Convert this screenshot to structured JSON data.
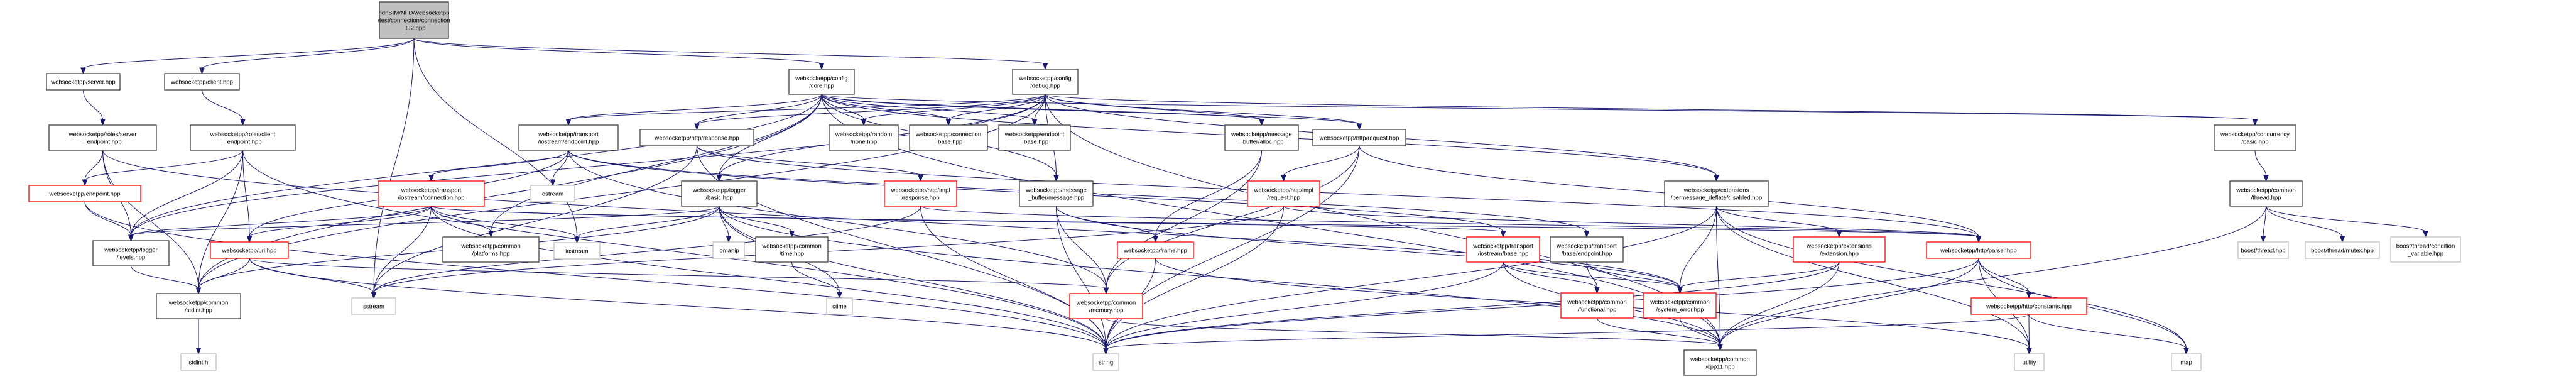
{
  "title": "Include dependency graph for connection_tu2.hpp",
  "colors": {
    "edge": "#191970",
    "root_fill": "#bfbfbf",
    "documented_border": "#404040",
    "truncated_border": "#ff0000",
    "external_border": "#bfbfbf"
  },
  "nodes": [
    {
      "id": "root",
      "kind": "root",
      "lines": [
        "ndnSIM/NFD/websocketpp",
        "/test/connection/connection",
        "_tu2.hpp"
      ]
    },
    {
      "id": "server",
      "kind": "doc",
      "lines": [
        "websocketpp/server.hpp"
      ]
    },
    {
      "id": "client",
      "kind": "doc",
      "lines": [
        "websocketpp/client.hpp"
      ]
    },
    {
      "id": "core",
      "kind": "doc",
      "lines": [
        "websocketpp/config",
        "/core.hpp"
      ]
    },
    {
      "id": "debug",
      "kind": "doc",
      "lines": [
        "websocketpp/config",
        "/debug.hpp"
      ]
    },
    {
      "id": "server_endpoint",
      "kind": "doc",
      "lines": [
        "websocketpp/roles/server",
        "_endpoint.hpp"
      ]
    },
    {
      "id": "client_endpoint",
      "kind": "doc",
      "lines": [
        "websocketpp/roles/client",
        "_endpoint.hpp"
      ]
    },
    {
      "id": "endpoint",
      "kind": "trunc",
      "lines": [
        "websocketpp/endpoint.hpp"
      ]
    },
    {
      "id": "levels",
      "kind": "doc",
      "lines": [
        "websocketpp/logger",
        "/levels.hpp"
      ]
    },
    {
      "id": "uri",
      "kind": "trunc",
      "lines": [
        "websocketpp/uri.hpp"
      ]
    },
    {
      "id": "stdint_hpp",
      "kind": "doc",
      "lines": [
        "websocketpp/common",
        "/stdint.hpp"
      ]
    },
    {
      "id": "stdint_h",
      "kind": "ext",
      "lines": [
        "stdint.h"
      ]
    },
    {
      "id": "ios_endpoint",
      "kind": "doc",
      "lines": [
        "websocketpp/transport",
        "/iostream/endpoint.hpp"
      ]
    },
    {
      "id": "ios_connection",
      "kind": "trunc",
      "lines": [
        "websocketpp/transport",
        "/iostream/connection.hpp"
      ]
    },
    {
      "id": "ostream",
      "kind": "ext",
      "lines": [
        "ostream"
      ]
    },
    {
      "id": "platforms",
      "kind": "doc",
      "lines": [
        "websocketpp/common",
        "/platforms.hpp"
      ]
    },
    {
      "id": "iostream",
      "kind": "ext",
      "lines": [
        "iostream"
      ]
    },
    {
      "id": "sstream",
      "kind": "ext",
      "lines": [
        "sstream"
      ]
    },
    {
      "id": "http_response",
      "kind": "doc",
      "lines": [
        "websocketpp/http/response.hpp"
      ]
    },
    {
      "id": "logger_basic",
      "kind": "doc",
      "lines": [
        "websocketpp/logger",
        "/basic.hpp"
      ]
    },
    {
      "id": "iomanip",
      "kind": "ext",
      "lines": [
        "iomanip"
      ]
    },
    {
      "id": "time",
      "kind": "doc",
      "lines": [
        "websocketpp/common",
        "/time.hpp"
      ]
    },
    {
      "id": "ctime",
      "kind": "ext",
      "lines": [
        "ctime"
      ]
    },
    {
      "id": "random_none",
      "kind": "doc",
      "lines": [
        "websocketpp/random",
        "/none.hpp"
      ]
    },
    {
      "id": "connection_base",
      "kind": "doc",
      "lines": [
        "websocketpp/connection",
        "_base.hpp"
      ]
    },
    {
      "id": "endpoint_base",
      "kind": "doc",
      "lines": [
        "websocketpp/endpoint",
        "_base.hpp"
      ]
    },
    {
      "id": "impl_response",
      "kind": "trunc",
      "lines": [
        "websocketpp/http/impl",
        "/response.hpp"
      ]
    },
    {
      "id": "msg_message",
      "kind": "doc",
      "lines": [
        "websocketpp/message",
        "_buffer/message.hpp"
      ]
    },
    {
      "id": "msg_alloc",
      "kind": "doc",
      "lines": [
        "websocketpp/message",
        "_buffer/alloc.hpp"
      ]
    },
    {
      "id": "http_request",
      "kind": "doc",
      "lines": [
        "websocketpp/http/request.hpp"
      ]
    },
    {
      "id": "impl_request",
      "kind": "trunc",
      "lines": [
        "websocketpp/http/impl",
        "/request.hpp"
      ]
    },
    {
      "id": "frame",
      "kind": "trunc",
      "lines": [
        "websocketpp/frame.hpp"
      ]
    },
    {
      "id": "memory",
      "kind": "trunc",
      "lines": [
        "websocketpp/common",
        "/memory.hpp"
      ]
    },
    {
      "id": "string",
      "kind": "ext",
      "lines": [
        "string"
      ]
    },
    {
      "id": "ios_base",
      "kind": "trunc",
      "lines": [
        "websocketpp/transport",
        "/iostream/base.hpp"
      ]
    },
    {
      "id": "base_endpoint",
      "kind": "doc",
      "lines": [
        "websocketpp/transport",
        "/base/endpoint.hpp"
      ]
    },
    {
      "id": "pmd_disabled",
      "kind": "doc",
      "lines": [
        "websocketpp/extensions",
        "/permessage_deflate/disabled.hpp"
      ]
    },
    {
      "id": "extension",
      "kind": "trunc",
      "lines": [
        "websocketpp/extensions",
        "/extension.hpp"
      ]
    },
    {
      "id": "functional",
      "kind": "trunc",
      "lines": [
        "websocketpp/common",
        "/functional.hpp"
      ]
    },
    {
      "id": "system_error",
      "kind": "trunc",
      "lines": [
        "websocketpp/common",
        "/system_error.hpp"
      ]
    },
    {
      "id": "cpp11",
      "kind": "doc",
      "lines": [
        "websocketpp/common",
        "/cpp11.hpp"
      ]
    },
    {
      "id": "http_parser",
      "kind": "trunc",
      "lines": [
        "websocketpp/http/parser.hpp"
      ]
    },
    {
      "id": "http_constants",
      "kind": "trunc",
      "lines": [
        "websocketpp/http/constants.hpp"
      ]
    },
    {
      "id": "utility",
      "kind": "ext",
      "lines": [
        "utility"
      ]
    },
    {
      "id": "map",
      "kind": "ext",
      "lines": [
        "map"
      ]
    },
    {
      "id": "concurrency_basic",
      "kind": "doc",
      "lines": [
        "websocketpp/concurrency",
        "/basic.hpp"
      ]
    },
    {
      "id": "thread",
      "kind": "doc",
      "lines": [
        "websocketpp/common",
        "/thread.hpp"
      ]
    },
    {
      "id": "boost_thread",
      "kind": "ext",
      "lines": [
        "boost/thread.hpp"
      ]
    },
    {
      "id": "boost_mutex",
      "kind": "ext",
      "lines": [
        "boost/thread/mutex.hpp"
      ]
    },
    {
      "id": "boost_condvar",
      "kind": "ext",
      "lines": [
        "boost/thread/condition",
        "_variable.hpp"
      ]
    }
  ],
  "edges": [
    [
      "root",
      "server"
    ],
    [
      "root",
      "client"
    ],
    [
      "root",
      "core"
    ],
    [
      "root",
      "debug"
    ],
    [
      "root",
      "iostream"
    ],
    [
      "root",
      "sstream"
    ],
    [
      "server",
      "server_endpoint"
    ],
    [
      "client",
      "client_endpoint"
    ],
    [
      "server_endpoint",
      "endpoint"
    ],
    [
      "server_endpoint",
      "levels"
    ],
    [
      "server_endpoint",
      "stdint_hpp"
    ],
    [
      "server_endpoint",
      "system_error"
    ],
    [
      "client_endpoint",
      "endpoint"
    ],
    [
      "client_endpoint",
      "levels"
    ],
    [
      "client_endpoint",
      "uri"
    ],
    [
      "client_endpoint",
      "stdint_hpp"
    ],
    [
      "client_endpoint",
      "string"
    ],
    [
      "endpoint",
      "levels"
    ],
    [
      "endpoint",
      "string"
    ],
    [
      "levels",
      "stdint_hpp"
    ],
    [
      "uri",
      "stdint_hpp"
    ],
    [
      "uri",
      "sstream"
    ],
    [
      "uri",
      "string"
    ],
    [
      "uri",
      "memory"
    ],
    [
      "stdint_hpp",
      "stdint_h"
    ],
    [
      "core",
      "ios_endpoint"
    ],
    [
      "core",
      "http_response"
    ],
    [
      "core",
      "logger_basic"
    ],
    [
      "core",
      "random_none"
    ],
    [
      "core",
      "connection_base"
    ],
    [
      "core",
      "endpoint_base"
    ],
    [
      "core",
      "msg_alloc"
    ],
    [
      "core",
      "http_request"
    ],
    [
      "core",
      "msg_message"
    ],
    [
      "core",
      "pmd_disabled"
    ],
    [
      "core",
      "concurrency_basic"
    ],
    [
      "core",
      "levels"
    ],
    [
      "core",
      "stdint_hpp"
    ],
    [
      "core",
      "platforms"
    ],
    [
      "core",
      "cpp11"
    ],
    [
      "debug",
      "ios_endpoint"
    ],
    [
      "debug",
      "http_response"
    ],
    [
      "debug",
      "logger_basic"
    ],
    [
      "debug",
      "random_none"
    ],
    [
      "debug",
      "connection_base"
    ],
    [
      "debug",
      "endpoint_base"
    ],
    [
      "debug",
      "msg_alloc"
    ],
    [
      "debug",
      "http_request"
    ],
    [
      "debug",
      "msg_message"
    ],
    [
      "debug",
      "pmd_disabled"
    ],
    [
      "debug",
      "concurrency_basic"
    ],
    [
      "debug",
      "levels"
    ],
    [
      "debug",
      "stdint_hpp"
    ],
    [
      "debug",
      "cpp11"
    ],
    [
      "ios_endpoint",
      "ios_connection"
    ],
    [
      "ios_endpoint",
      "ostream"
    ],
    [
      "ios_endpoint",
      "uri"
    ],
    [
      "ios_endpoint",
      "memory"
    ],
    [
      "ios_endpoint",
      "ios_base"
    ],
    [
      "ios_endpoint",
      "base_endpoint"
    ],
    [
      "ios_connection",
      "platforms"
    ],
    [
      "ios_connection",
      "iostream"
    ],
    [
      "ios_connection",
      "sstream"
    ],
    [
      "ios_connection",
      "string"
    ],
    [
      "ios_connection",
      "uri"
    ],
    [
      "ios_connection",
      "levels"
    ],
    [
      "ios_connection",
      "ios_base"
    ],
    [
      "ios_connection",
      "http_parser"
    ],
    [
      "http_response",
      "impl_response"
    ],
    [
      "http_response",
      "sstream"
    ],
    [
      "http_response",
      "string"
    ],
    [
      "http_response",
      "http_parser"
    ],
    [
      "logger_basic",
      "levels"
    ],
    [
      "logger_basic",
      "iostream"
    ],
    [
      "logger_basic",
      "iomanip"
    ],
    [
      "logger_basic",
      "time"
    ],
    [
      "logger_basic",
      "ctime"
    ],
    [
      "logger_basic",
      "string"
    ],
    [
      "logger_basic",
      "stdint_hpp"
    ],
    [
      "logger_basic",
      "cpp11"
    ],
    [
      "time",
      "ctime"
    ],
    [
      "impl_response",
      "sstream"
    ],
    [
      "impl_response",
      "string"
    ],
    [
      "impl_response",
      "http_parser"
    ],
    [
      "msg_message",
      "frame"
    ],
    [
      "msg_message",
      "memory"
    ],
    [
      "msg_message",
      "string"
    ],
    [
      "msg_message",
      "system_error"
    ],
    [
      "msg_alloc",
      "memory"
    ],
    [
      "msg_alloc",
      "frame"
    ],
    [
      "http_request",
      "impl_request"
    ],
    [
      "http_request",
      "string"
    ],
    [
      "http_request",
      "memory"
    ],
    [
      "http_request",
      "http_parser"
    ],
    [
      "impl_request",
      "sstream"
    ],
    [
      "impl_request",
      "string"
    ],
    [
      "impl_request",
      "http_parser"
    ],
    [
      "frame",
      "string"
    ],
    [
      "frame",
      "utility"
    ],
    [
      "memory",
      "cpp11"
    ],
    [
      "ios_base",
      "functional"
    ],
    [
      "ios_base",
      "system_error"
    ],
    [
      "ios_base",
      "string"
    ],
    [
      "ios_base",
      "cpp11"
    ],
    [
      "base_endpoint",
      "functional"
    ],
    [
      "base_endpoint",
      "system_error"
    ],
    [
      "pmd_disabled",
      "extension"
    ],
    [
      "pmd_disabled",
      "system_error"
    ],
    [
      "pmd_disabled",
      "string"
    ],
    [
      "pmd_disabled",
      "utility"
    ],
    [
      "pmd_disabled",
      "map"
    ],
    [
      "pmd_disabled",
      "cpp11"
    ],
    [
      "extension",
      "system_error"
    ],
    [
      "extension",
      "string"
    ],
    [
      "extension",
      "cpp11"
    ],
    [
      "functional",
      "cpp11"
    ],
    [
      "system_error",
      "cpp11"
    ],
    [
      "http_parser",
      "http_constants"
    ],
    [
      "http_parser",
      "utility"
    ],
    [
      "http_parser",
      "map"
    ],
    [
      "http_parser",
      "string"
    ],
    [
      "http_parser",
      "cpp11"
    ],
    [
      "http_constants",
      "utility"
    ],
    [
      "http_constants",
      "map"
    ],
    [
      "http_constants",
      "string"
    ],
    [
      "concurrency_basic",
      "thread"
    ],
    [
      "thread",
      "boost_thread"
    ],
    [
      "thread",
      "boost_mutex"
    ],
    [
      "thread",
      "boost_condvar"
    ],
    [
      "thread",
      "cpp11"
    ]
  ]
}
